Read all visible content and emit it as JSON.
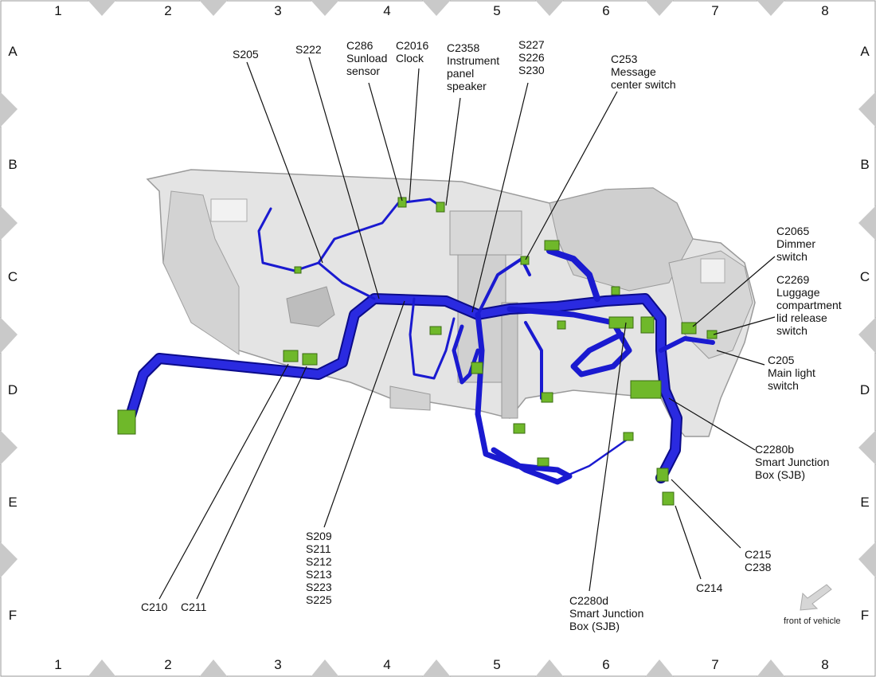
{
  "grid": {
    "columns": [
      "1",
      "2",
      "3",
      "4",
      "5",
      "6",
      "7",
      "8"
    ],
    "rows": [
      "A",
      "B",
      "C",
      "D",
      "E",
      "F"
    ]
  },
  "callouts": [
    {
      "id": "s205",
      "text": "S205"
    },
    {
      "id": "s222",
      "text": "S222"
    },
    {
      "id": "c286",
      "text": "C286\nSunload\nsensor"
    },
    {
      "id": "c2016",
      "text": "C2016\nClock"
    },
    {
      "id": "c2358",
      "text": "C2358\nInstrument\npanel\nspeaker"
    },
    {
      "id": "s227",
      "text": "S227\nS226\nS230"
    },
    {
      "id": "c253",
      "text": "C253\nMessage\ncenter switch"
    },
    {
      "id": "c2065",
      "text": "C2065\nDimmer\nswitch"
    },
    {
      "id": "c2269",
      "text": "C2269\nLuggage\ncompartment\nlid release\nswitch"
    },
    {
      "id": "c205",
      "text": "C205\nMain light\nswitch"
    },
    {
      "id": "c2280b",
      "text": "C2280b\nSmart Junction\nBox (SJB)"
    },
    {
      "id": "c215",
      "text": "C215\nC238"
    },
    {
      "id": "c214",
      "text": "C214"
    },
    {
      "id": "c2280d",
      "text": "C2280d\nSmart Junction\nBox (SJB)"
    },
    {
      "id": "s209",
      "text": "S209\nS211\nS212\nS213\nS223\nS225"
    },
    {
      "id": "c210",
      "text": "C210"
    },
    {
      "id": "c211",
      "text": "C211"
    }
  ],
  "front_note": "front of vehicle",
  "colors": {
    "harness": "#1a1ad0",
    "harness_dark": "#0b0b8a",
    "connector": "#6fb82a",
    "panel": "#e2e2e2",
    "panel_edge": "#9a9a9a",
    "diamond": "#c9c9c9"
  }
}
